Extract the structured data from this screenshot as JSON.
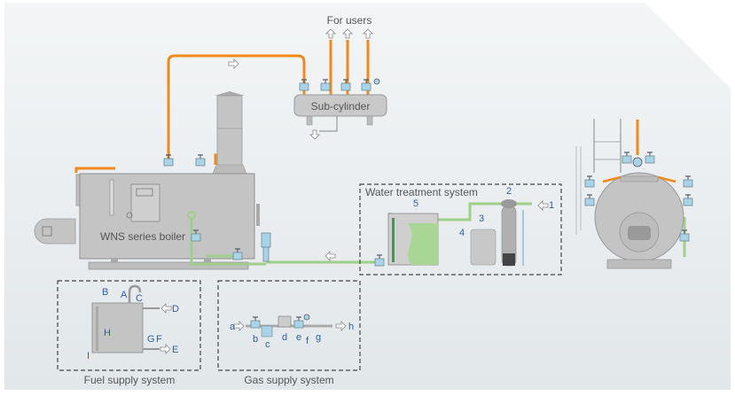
{
  "diagram": {
    "labels": {
      "for_users": "For users",
      "sub_cylinder": "Sub-cylinder",
      "boiler": "WNS series boiler",
      "water_treatment": "Water treatment system",
      "fuel_supply": "Fuel supply system",
      "gas_supply": "Gas supply system"
    },
    "water_treatment_markers": [
      "1",
      "2",
      "3",
      "4",
      "5"
    ],
    "fuel_markers": [
      "A",
      "B",
      "C",
      "D",
      "E",
      "F",
      "G",
      "H",
      "I"
    ],
    "gas_markers": [
      "a",
      "b",
      "c",
      "d",
      "e",
      "f",
      "g",
      "h"
    ],
    "colors": {
      "steam_pipe": "#f08a1c",
      "water_pipe": "#9fcf8a",
      "equipment": "#b9b9b9",
      "valve": "#a9d3e6",
      "marker": "#2f5fa8",
      "background": "#e9edf0"
    }
  }
}
